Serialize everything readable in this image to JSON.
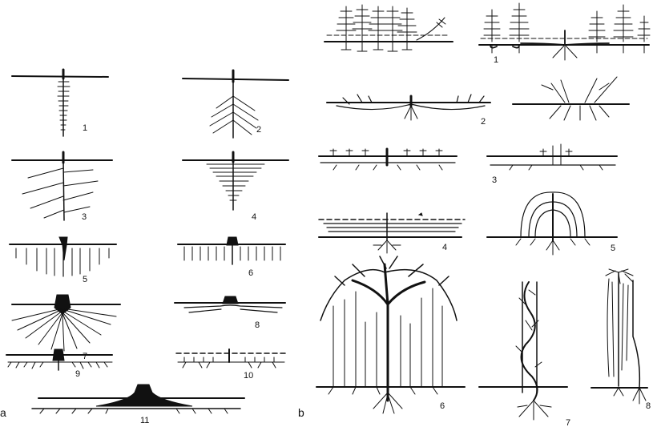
{
  "panels": {
    "a": {
      "label": "a",
      "figures": [
        "1",
        "2",
        "3",
        "4",
        "5",
        "6",
        "7",
        "8",
        "9",
        "10",
        "11"
      ]
    },
    "b": {
      "label": "b",
      "figures": [
        "1",
        "2",
        "3",
        "4",
        "5",
        "6",
        "7",
        "8"
      ]
    }
  }
}
